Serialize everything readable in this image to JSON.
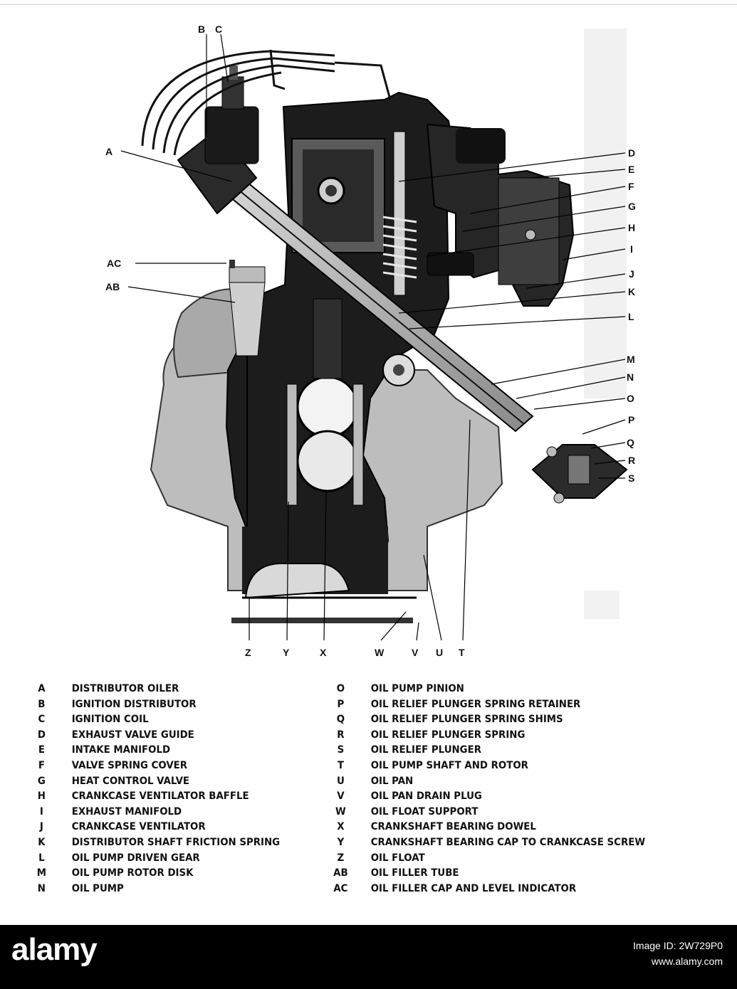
{
  "diagram": {
    "top_labels": [
      "B",
      "C"
    ],
    "left_labels": [
      "A",
      "AC",
      "AB"
    ],
    "right_labels": [
      "D",
      "E",
      "F",
      "G",
      "H",
      "I",
      "J",
      "K",
      "L",
      "M",
      "N",
      "O",
      "P",
      "Q",
      "R",
      "S"
    ],
    "bottom_labels": [
      "Z",
      "Y",
      "X",
      "W",
      "V",
      "U",
      "T"
    ]
  },
  "legend": {
    "left": [
      {
        "key": "A",
        "text": "DISTRIBUTOR OILER"
      },
      {
        "key": "B",
        "text": "IGNITION DISTRIBUTOR"
      },
      {
        "key": "C",
        "text": "IGNITION COIL"
      },
      {
        "key": "D",
        "text": "EXHAUST VALVE GUIDE"
      },
      {
        "key": "E",
        "text": "INTAKE MANIFOLD"
      },
      {
        "key": "F",
        "text": "VALVE SPRING COVER"
      },
      {
        "key": "G",
        "text": "HEAT CONTROL VALVE"
      },
      {
        "key": "H",
        "text": "CRANKCASE VENTILATOR BAFFLE"
      },
      {
        "key": "I",
        "text": "EXHAUST MANIFOLD"
      },
      {
        "key": "J",
        "text": "CRANKCASE VENTILATOR"
      },
      {
        "key": "K",
        "text": "DISTRIBUTOR SHAFT FRICTION SPRING"
      },
      {
        "key": "L",
        "text": "OIL PUMP DRIVEN GEAR"
      },
      {
        "key": "M",
        "text": "OIL PUMP ROTOR DISK"
      },
      {
        "key": "N",
        "text": "OIL PUMP"
      }
    ],
    "right": [
      {
        "key": "O",
        "text": "OIL PUMP PINION"
      },
      {
        "key": "P",
        "text": "OIL RELIEF PLUNGER SPRING RETAINER"
      },
      {
        "key": "Q",
        "text": "OIL RELIEF PLUNGER SPRING SHIMS"
      },
      {
        "key": "R",
        "text": "OIL RELIEF PLUNGER SPRING"
      },
      {
        "key": "S",
        "text": "OIL RELIEF PLUNGER"
      },
      {
        "key": "T",
        "text": "OIL PUMP SHAFT AND ROTOR"
      },
      {
        "key": "U",
        "text": "OIL PAN"
      },
      {
        "key": "V",
        "text": "OIL PAN DRAIN PLUG"
      },
      {
        "key": "W",
        "text": "OIL FLOAT SUPPORT"
      },
      {
        "key": "X",
        "text": "CRANKSHAFT BEARING DOWEL"
      },
      {
        "key": "Y",
        "text": "CRANKSHAFT BEARING CAP TO CRANKCASE SCREW"
      },
      {
        "key": "Z",
        "text": "OIL FLOAT"
      },
      {
        "key": "AB",
        "text": "OIL FILLER TUBE"
      },
      {
        "key": "AC",
        "text": "OIL FILLER CAP AND LEVEL INDICATOR"
      }
    ]
  },
  "footer": {
    "brand": "alamy",
    "image_id_label": "Image ID: 2W729P0",
    "site": "www.alamy.com"
  },
  "colors": {
    "ink": "#111111",
    "casting_dark": "#1c1c1c",
    "casting_mid": "#555555",
    "paper": "#ffffff",
    "footer_bg": "#000000"
  }
}
